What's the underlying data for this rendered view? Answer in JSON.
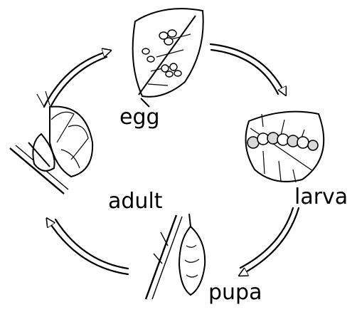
{
  "stages": [
    {
      "id": "egg",
      "label": "egg"
    },
    {
      "id": "larva",
      "label": "larva"
    },
    {
      "id": "pupa",
      "label": "pupa"
    },
    {
      "id": "adult",
      "label": "adult"
    }
  ],
  "colors": {
    "line": "#000000",
    "fill": "#ffffff",
    "shade": "#d9d9d9"
  }
}
